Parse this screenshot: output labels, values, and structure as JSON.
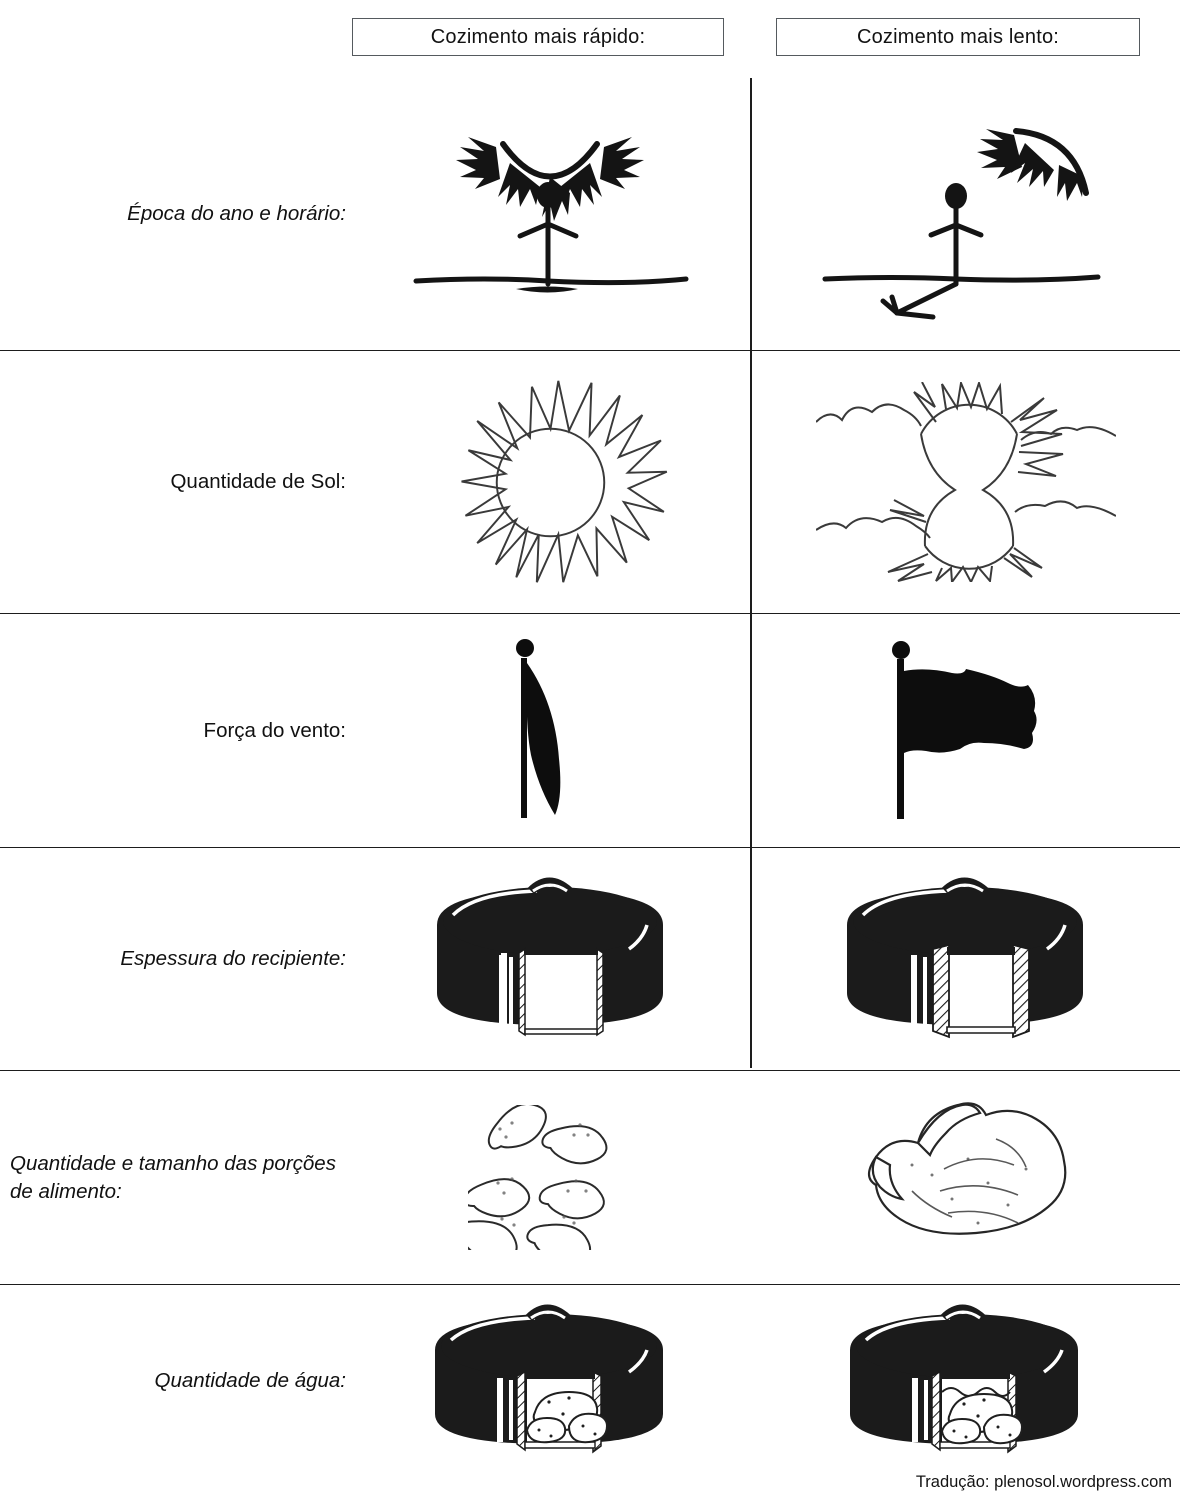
{
  "header": {
    "left_label": "Cozimento mais rápido:",
    "right_label": "Cozimento mais lento:"
  },
  "rows": [
    {
      "label": "Época do ano e horário:",
      "italic": true,
      "fast_icon": "sun-overhead-short-shadow-icon",
      "slow_icon": "low-sun-long-shadow-icon"
    },
    {
      "label": "Quantidade de Sol:",
      "italic": false,
      "fast_icon": "full-sun-icon",
      "slow_icon": "sun-behind-clouds-icon"
    },
    {
      "label": "Força do vento:",
      "italic": false,
      "fast_icon": "limp-flag-icon",
      "slow_icon": "flying-flag-icon"
    },
    {
      "label": "Espessura do recipiente:",
      "italic": true,
      "fast_icon": "thin-wall-pot-icon",
      "slow_icon": "thick-wall-pot-icon"
    },
    {
      "label": "Quantidade e tamanho das porções\nde alimento:",
      "italic": true,
      "fast_icon": "chicken-drumsticks-icon",
      "slow_icon": "whole-chicken-icon"
    },
    {
      "label": "Quantidade de água:",
      "italic": true,
      "fast_icon": "pot-with-potatoes-no-water-icon",
      "slow_icon": "pot-with-potatoes-and-water-icon"
    }
  ],
  "footer": {
    "credit": "Tradução: plenosol.wordpress.com"
  },
  "colors": {
    "ink": "#1d1d1d",
    "line": "#555a5e",
    "background": "#ffffff",
    "outline_gray": "#3a3a3a"
  }
}
